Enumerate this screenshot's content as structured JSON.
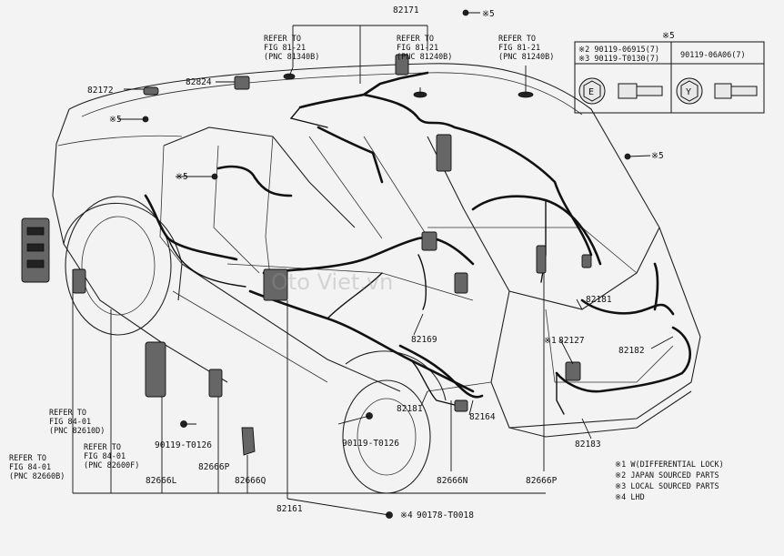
{
  "part_numbers": {
    "p82171": "82171",
    "p82172": "82172",
    "p82824": "82824",
    "p82181_rear": "82181",
    "p82127": "82127",
    "p82182": "82182",
    "p82169": "82169",
    "p82181_front": "82181",
    "p82164": "82164",
    "p82183": "82183",
    "p82666L": "82666L",
    "p82666P_left": "82666P",
    "p82666Q": "82666Q",
    "p82666N": "82666N",
    "p82666P_right": "82666P",
    "p82161": "82161",
    "bolt_left": "90119-T0126",
    "bolt_mid": "90119-T0126",
    "bolt_bottom": "90178-T0018"
  },
  "mark_prefixes": {
    "x1": "※1",
    "x4": "※4"
  },
  "star5": "※5",
  "refer_to": "REFER TO",
  "refs": [
    {
      "fig": "FIG 81-21",
      "pnc": "(PNC 81340B)"
    },
    {
      "fig": "FIG 81-21",
      "pnc": "(PNC 81240B)"
    },
    {
      "fig": "FIG 81-21",
      "pnc": "(PNC 81240B)"
    },
    {
      "fig": "FIG 84-01",
      "pnc": "(PNC 82610D)"
    },
    {
      "fig": "FIG 84-01",
      "pnc": "(PNC 82600F)"
    },
    {
      "fig": "FIG 84-01",
      "pnc": "(PNC 82660B)"
    }
  ],
  "fastener_table": {
    "header": "※5",
    "left_lines": [
      "※2  90119-06915(7)",
      "※3  90119-T0130(7)"
    ],
    "right_line": "90119-06A06(7)",
    "left_mark": "E",
    "right_mark": "Y"
  },
  "legend": [
    "※1 W(DIFFERENTIAL LOCK)",
    "※2 JAPAN SOURCED PARTS",
    "※3 LOCAL SOURCED PARTS",
    "※4 LHD"
  ],
  "watermark": "Oto Viet.vn",
  "colors": {
    "background": "#f3f3f3",
    "ink": "#111111"
  }
}
